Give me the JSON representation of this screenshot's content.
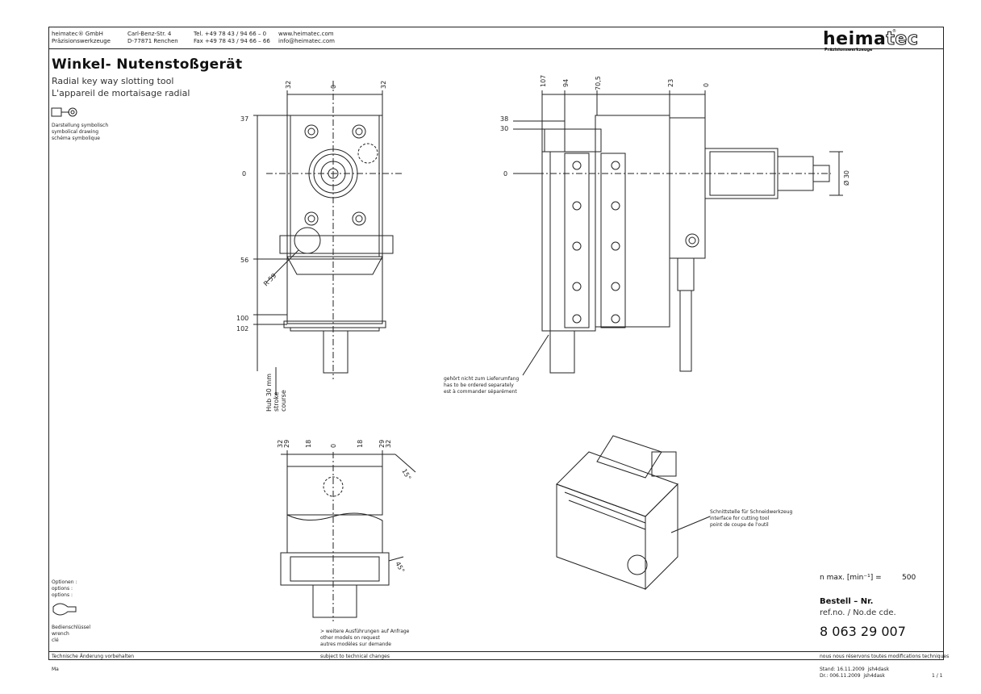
{
  "header": {
    "company_line1": "heimatec® GmbH",
    "company_line2": "Präzisionswerkzeuge",
    "address_line1": "Carl-Benz-Str. 4",
    "address_line2": "D-77871 Renchen",
    "tel": "Tel. +49 78 43 / 94 66 – 0",
    "fax": "Fax +49 78 43 / 94 66 – 66",
    "web": "www.heimatec.com",
    "email": "info@heimatec.com"
  },
  "logo": {
    "text_a": "heima",
    "text_b": "tec",
    "sub": "Präzisionswerkzeuge",
    "reg": "®"
  },
  "title": {
    "de": "Winkel- Nutenstoßgerät",
    "en": "Radial key way slotting tool",
    "fr": "L'appareil de mortaisage radial"
  },
  "symbol_note": [
    "Darstellung symbolisch",
    "symbolical drawing",
    "schéma symbolique"
  ],
  "options": [
    "Optionen :",
    "options :",
    "options :"
  ],
  "wrench": [
    "Bedienschlüssel",
    "wrench",
    "clé"
  ],
  "footer": {
    "left": "Technische Änderung vorbehalten",
    "mid": "subject to technical changes",
    "right": "nous nous réservons toutes modifications techniques",
    "ma": "Ma",
    "dates_1": "Stand: 16.11.2009",
    "dates_2": "Dr.: 006.11.2009",
    "dates_3": "jsh4dask",
    "dates_4": "jsh4dask",
    "page": "1 / 1"
  },
  "further_models": [
    "> weitere Ausführungen auf Anfrage",
    "other models on request",
    "autres modèles sur demande"
  ],
  "not_included": [
    "gehört nicht zum Lieferumfang",
    "has to be ordered separately",
    "est à commander séparément"
  ],
  "interface_note": [
    "Schnittstelle für Schneidwerkzeug",
    "interface for cutting tool",
    "point de coupe de l'outil"
  ],
  "stroke_note": [
    "Hub 30 mm",
    "stroke",
    "course"
  ],
  "speed": {
    "label": "n  max. [min⁻¹] =",
    "value": "500"
  },
  "order": {
    "label": "Bestell – Nr.",
    "sub": "ref.no. / No.de cde.",
    "number": "8 063 29 007"
  },
  "dims_front": {
    "top": [
      "32",
      "0",
      "32"
    ],
    "left": [
      "37",
      "0",
      "56",
      "100",
      "102"
    ],
    "radius": "R 59"
  },
  "dims_side": {
    "top": [
      "107",
      "94",
      "70,5",
      "23",
      "0"
    ],
    "left": [
      "38",
      "30",
      "0"
    ],
    "dia": "Ø 30"
  },
  "dims_bottom": {
    "top": [
      "32",
      "29",
      "18",
      "0",
      "18",
      "29",
      "32"
    ],
    "angle1": "15°",
    "angle2": "45°"
  }
}
